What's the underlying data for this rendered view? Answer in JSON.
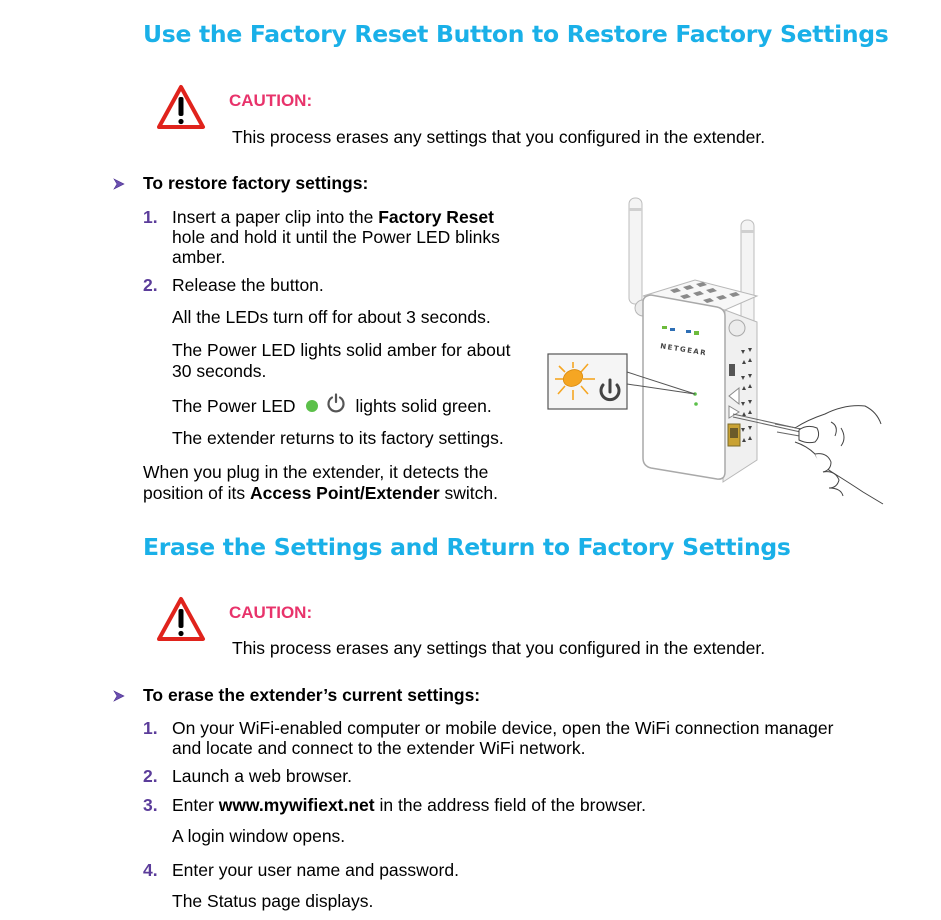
{
  "section1": {
    "title": "Use the Factory Reset Button to Restore Factory Settings",
    "caution": {
      "icon": "warning-triangle-icon",
      "label": "CAUTION:",
      "text": "This process erases any settings that you configured in the extender."
    },
    "procedure_title": "To restore factory settings:",
    "steps": [
      {
        "number": "1.",
        "pre": "Insert a paper clip into the ",
        "bold": "Factory Reset",
        "line2": "hole and hold it until the Power LED blinks",
        "line3": "amber."
      },
      {
        "number": "2.",
        "text": "Release the button.",
        "notes": [
          "All the LEDs turn off for about 3 seconds.",
          "The Power LED lights solid amber for about",
          "30 seconds.",
          "The Power LED",
          "lights solid green.",
          "The extender returns to its factory settings."
        ]
      }
    ],
    "closing": {
      "line1": "When you plug in the extender, it detects the",
      "pre": "position of its ",
      "bold": "Access Point/Extender",
      "post": " switch."
    },
    "figure": {
      "brand": "NETGEAR",
      "led_color": "#5cc04a",
      "amber_color": "#f5a623"
    }
  },
  "section2": {
    "title": "Erase the Settings and Return to Factory Settings",
    "caution": {
      "icon": "warning-triangle-icon",
      "label": "CAUTION:",
      "text": "This process erases any settings that you configured in the extender."
    },
    "procedure_title": "To erase the extender’s current settings:",
    "steps": [
      {
        "number": "1.",
        "line1": "On your WiFi-enabled computer or mobile device, open the WiFi connection manager",
        "line2": "and locate and connect to the extender WiFi network."
      },
      {
        "number": "2.",
        "text": "Launch a web browser."
      },
      {
        "number": "3.",
        "pre": "Enter ",
        "bold": "www.mywifiext.net",
        "post": " in the address field of the browser.",
        "note": "A login window opens."
      },
      {
        "number": "4.",
        "text": "Enter your user name and password.",
        "note": "The Status page displays."
      }
    ]
  },
  "colors": {
    "heading": "#1ab0e8",
    "caution": "#e8336b",
    "step_number": "#5b3c9a"
  }
}
